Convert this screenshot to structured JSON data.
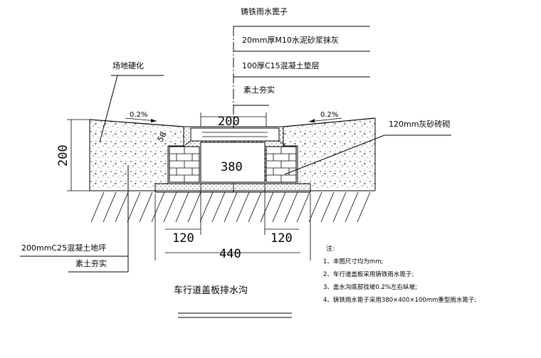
{
  "header": {
    "grate_title": "铸铁雨水篦子"
  },
  "callouts": {
    "mortar": "20mm厚M10水泥砂浆抹灰",
    "concrete_cushion": "100厚C15混凝土垫层",
    "rammed_soil": "素土夯实",
    "site_hardening": "场地硬化",
    "brick": "120mm灰砂砖砌",
    "slab": "200mmC25混凝土地坪",
    "rammed_soil_bottom": "素土夯实"
  },
  "slopes": {
    "left": "0.2%",
    "right": "0.2%"
  },
  "dimensions": {
    "top_width": "200",
    "inner_width": "380",
    "depth": "200",
    "wall_left": "120",
    "wall_right": "120",
    "total_width": "440",
    "side_height": "50"
  },
  "title": "车行道盖板排水沟",
  "notes": {
    "heading": "注:",
    "items": [
      "1、本图尺寸均为mm;",
      "2、车行道盖板采用铸铁雨水篦子;",
      "3、盖水沟底部找坡0.2%左右纵坡;",
      "4、铸铁雨水篦子采用380×400×100mm重型雨水篦子;"
    ]
  }
}
